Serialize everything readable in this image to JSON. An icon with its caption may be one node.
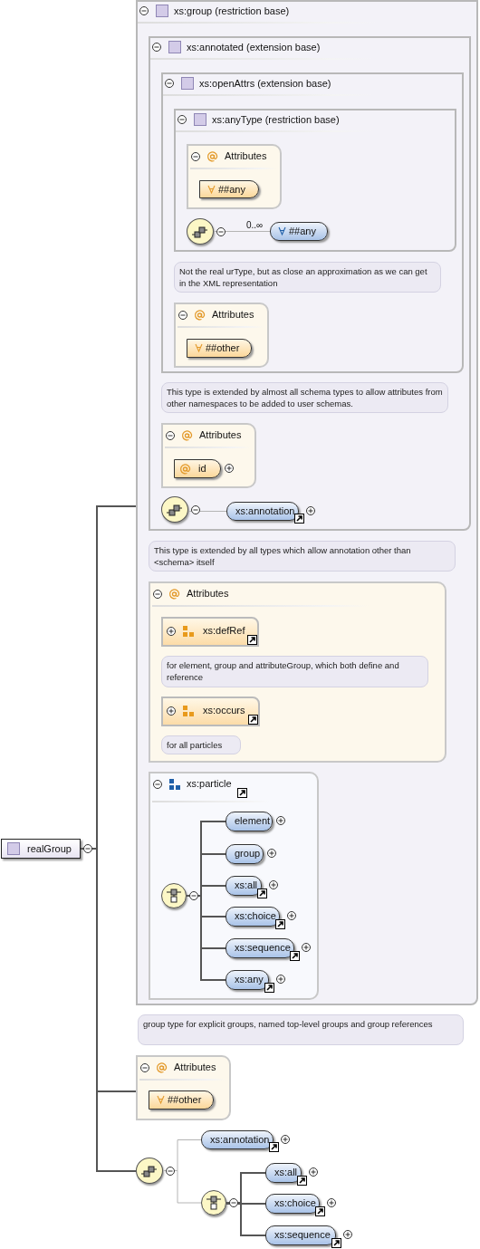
{
  "diagram": {
    "nodes": [
      {
        "text": [
          "realGroup"
        ]
      },
      {
        "text": [
          "xs:group (restriction base)"
        ]
      },
      {
        "text": [
          "xs:annotated (extension base)"
        ],
        "in": 1
      },
      {
        "text": [
          "xs:openAttrs (extension base)"
        ],
        "in": 2
      },
      {
        "text": [
          "xs:anyType (restriction base)"
        ],
        "in": 3
      },
      {
        "text": [
          "Attributes"
        ],
        "in": 4
      },
      {
        "text": [
          "##any"
        ],
        "in": 5
      },
      {
        "text": [],
        "shape": "circle",
        "in": 4
      },
      {
        "text": [
          "##any"
        ],
        "in": 4
      },
      {
        "text": [
          "Not the real urType, but as close an approximation as we can get in the XML representation"
        ],
        "in": 3
      },
      {
        "text": [
          "Attributes"
        ],
        "in": 3
      },
      {
        "text": [
          "##other"
        ],
        "in": 10
      },
      {
        "text": [
          "This type is extended by almost all schema types to allow attributes from other namespaces to be added to user schemas."
        ],
        "in": 2
      },
      {
        "text": [
          "Attributes"
        ],
        "in": 2
      },
      {
        "text": [
          "id"
        ],
        "in": 13
      },
      {
        "text": [],
        "shape": "circle",
        "in": 2
      },
      {
        "text": [
          "xs:annotation"
        ],
        "in": 2
      },
      {
        "text": [
          "This type is extended by all types which allow annotation other than <schema> itself"
        ],
        "in": 1
      },
      {
        "text": [
          "Attributes"
        ],
        "in": 1
      },
      {
        "text": [
          "xs:defRef"
        ],
        "in": 18
      },
      {
        "text": [
          "for element, group and attributeGroup, which both define and reference"
        ],
        "in": 18
      },
      {
        "text": [
          "xs:occurs"
        ],
        "in": 18
      },
      {
        "text": [
          "for all particles"
        ],
        "in": 18
      },
      {
        "text": [
          "xs:particle"
        ],
        "in": 1
      },
      {
        "text": [],
        "shape": "circle",
        "in": 23
      },
      {
        "text": [
          "element"
        ],
        "in": 23
      },
      {
        "text": [
          "group"
        ],
        "in": 23
      },
      {
        "text": [
          "xs:all"
        ],
        "in": 23
      },
      {
        "text": [
          "xs:choice"
        ],
        "in": 23
      },
      {
        "text": [
          "xs:sequence"
        ],
        "in": 23
      },
      {
        "text": [
          "xs:any"
        ],
        "in": 23
      },
      {
        "text": [
          "group type for explicit groups, named top-level groups and group references"
        ]
      },
      {
        "text": [
          "Attributes"
        ]
      },
      {
        "text": [
          "##other"
        ],
        "in": 32
      },
      {
        "text": [],
        "shape": "circle"
      },
      {
        "text": [
          "xs:annotation"
        ]
      },
      {
        "text": [],
        "shape": "circle"
      },
      {
        "text": [
          "xs:all"
        ]
      },
      {
        "text": [
          "xs:choice"
        ]
      },
      {
        "text": [
          "xs:sequence"
        ]
      }
    ],
    "edges": [
      {
        "from": 0,
        "to": 1,
        "arrow": "none"
      },
      {
        "from": 0,
        "to": 32,
        "arrow": "none"
      },
      {
        "from": 0,
        "to": 34,
        "arrow": "none"
      },
      {
        "from": 7,
        "to": 8,
        "arrow": "none",
        "label": "0..∞",
        "color": "#b4b4b4"
      },
      {
        "from": 15,
        "to": 16,
        "arrow": "none",
        "color": "#b4b4b4"
      },
      {
        "from": 24,
        "to": 25,
        "arrow": "none"
      },
      {
        "from": 24,
        "to": 26,
        "arrow": "none"
      },
      {
        "from": 24,
        "to": 27,
        "arrow": "none"
      },
      {
        "from": 24,
        "to": 28,
        "arrow": "none"
      },
      {
        "from": 24,
        "to": 29,
        "arrow": "none"
      },
      {
        "from": 24,
        "to": 30,
        "arrow": "none"
      },
      {
        "from": 34,
        "to": 35,
        "arrow": "none",
        "color": "#b4b4b4"
      },
      {
        "from": 34,
        "to": 36,
        "arrow": "none",
        "color": "#b4b4b4"
      },
      {
        "from": 36,
        "to": 37,
        "arrow": "none"
      },
      {
        "from": 36,
        "to": 38,
        "arrow": "none"
      },
      {
        "from": 36,
        "to": 39,
        "arrow": "none"
      }
    ]
  }
}
